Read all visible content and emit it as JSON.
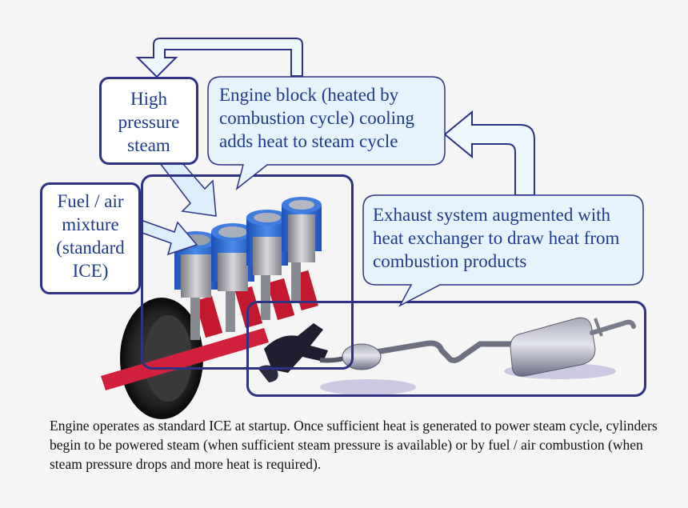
{
  "labels": {
    "high_pressure": "High pressure steam",
    "engine_block": "Engine block (heated by combustion cycle) cooling adds heat to steam cycle",
    "fuel_air": "Fuel / air mixture (standard ICE)",
    "exhaust": "Exhaust system augmented with heat exchanger to draw heat from combustion products"
  },
  "caption": "Engine operates as standard ICE at startup. Once sufficient heat is generated to power steam cycle, cylinders begin to be powered steam (when sufficient steam pressure is available) or by fuel / air combustion (when steam pressure drops and more heat is required).",
  "colors": {
    "border": "#2e3184",
    "text": "#1f3a8a",
    "callout_fill": "#e6f3fc",
    "cylinder_blue": "#2f6fd6",
    "crank_red": "#d21f3c"
  },
  "icons": [
    "engine-illustration",
    "exhaust-pipe-illustration",
    "flywheel-illustration"
  ]
}
